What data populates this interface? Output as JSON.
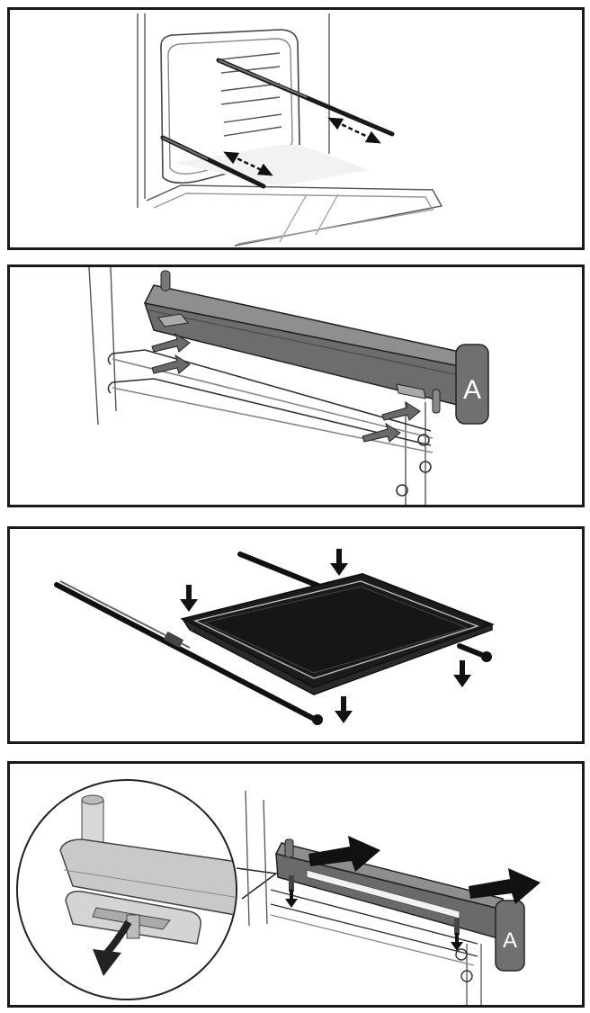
{
  "panels": [
    {
      "id": "step-1",
      "label": ""
    },
    {
      "id": "step-2",
      "label": "A"
    },
    {
      "id": "step-3",
      "label": ""
    },
    {
      "id": "step-4",
      "label": "A"
    }
  ]
}
